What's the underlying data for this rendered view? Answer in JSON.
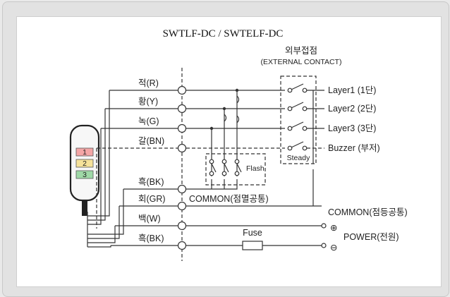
{
  "title": "SWTLF-DC / SWTELF-DC",
  "external_contact": {
    "kr": "외부접점",
    "en": "(EXTERNAL CONTACT)"
  },
  "wires": [
    {
      "label": "적(R)"
    },
    {
      "label": "황(Y)"
    },
    {
      "label": "녹(G)"
    },
    {
      "label": "갈(BN)"
    },
    {
      "label": "흑(BK)"
    },
    {
      "label": "회(GR)"
    },
    {
      "label": "백(W)"
    },
    {
      "label": "흑(BK)"
    }
  ],
  "outputs": [
    "Layer1 (1단)",
    "Layer2 (2단)",
    "Layer3 (3단)",
    "Buzzer (부저)"
  ],
  "flash_label": "Flash",
  "steady_label": "Steady",
  "common_flash": "COMMON(점멸공통)",
  "common_steady": "COMMON(점등공통)",
  "fuse_label": "Fuse",
  "power_label": "POWER(전원)",
  "plus_sign": "⊕",
  "minus_sign": "⊖",
  "lamp_tiers": [
    "1",
    "2",
    "3"
  ],
  "colors": {
    "tier1": "#f4a6a6",
    "tier2": "#f6e29a",
    "tier3": "#9fd8a6",
    "line": "#333333"
  }
}
